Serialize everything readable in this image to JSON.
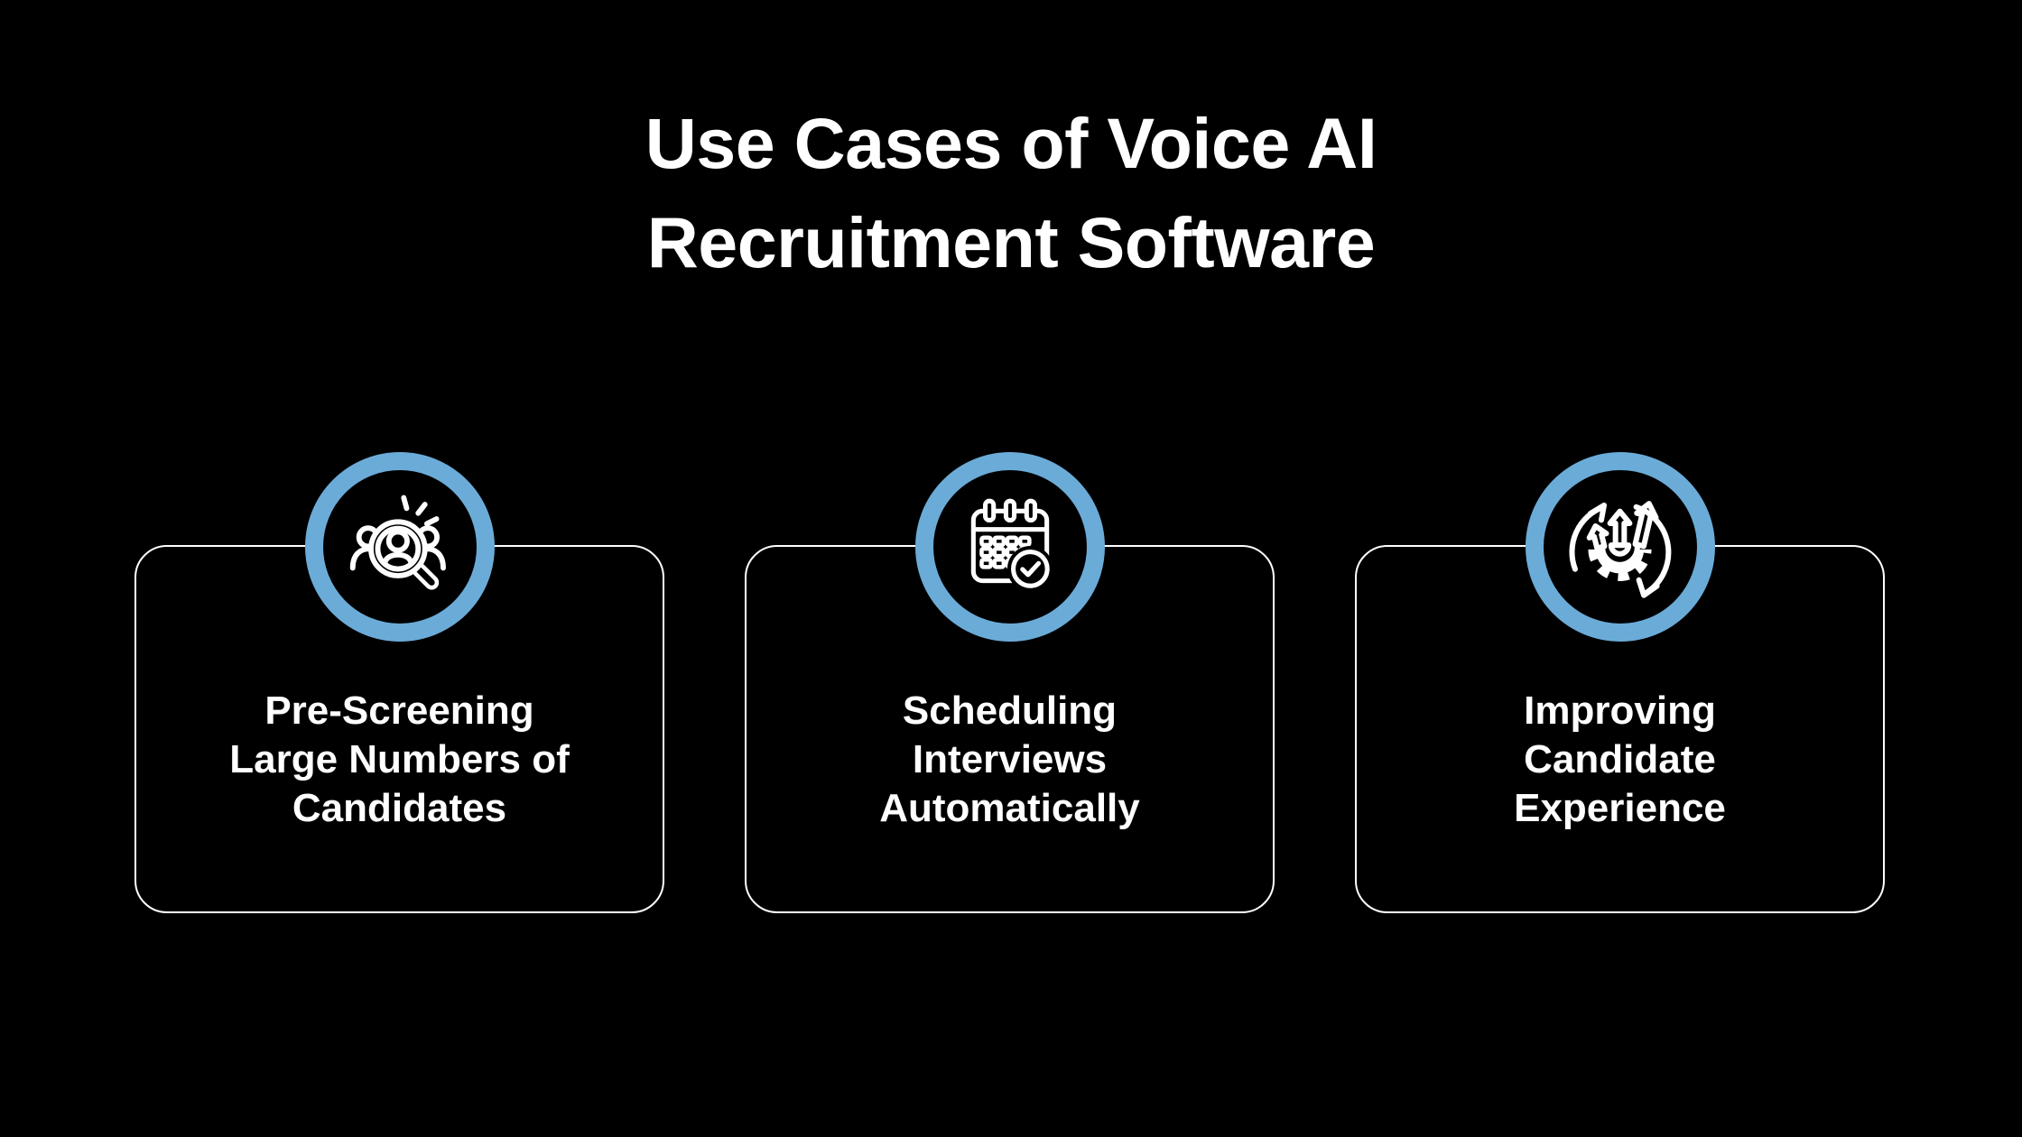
{
  "title": {
    "text": "Use Cases of Voice AI\nRecruitment Software"
  },
  "cards": [
    {
      "icon": "candidate-search-icon",
      "label": "Pre-Screening\nLarge Numbers of\nCandidates"
    },
    {
      "icon": "calendar-check-icon",
      "label": "Scheduling\nInterviews\nAutomatically"
    },
    {
      "icon": "growth-cycle-icon",
      "label": "Improving\nCandidate\nExperience"
    }
  ],
  "colors": {
    "background": "#000000",
    "accent_blue": "#6BABD8",
    "text": "#FFFFFF",
    "card_border": "#FFFFFF",
    "icon_stroke": "#FFFFFF"
  }
}
